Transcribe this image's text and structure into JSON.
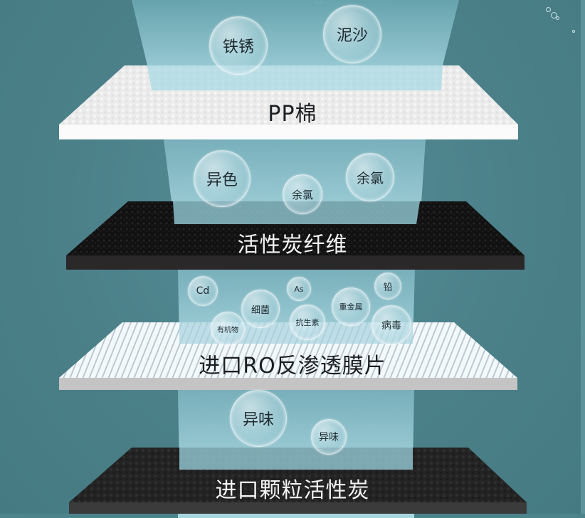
{
  "colors": {
    "background": "#4a7f87",
    "beam": "#a9d7e2",
    "pp_sheet": "#eeeeee",
    "carbon_fiber_sheet": "#141414",
    "ro_sheet": "#e4eef2",
    "granular_carbon_sheet": "#262626"
  },
  "layers": [
    {
      "id": "pp",
      "label": "PP棉"
    },
    {
      "id": "carbon-fiber",
      "label": "活性炭纤维"
    },
    {
      "id": "ro-membrane",
      "label": "进口RO反渗透膜片"
    },
    {
      "id": "granular-carbon",
      "label": "进口颗粒活性炭"
    }
  ],
  "bubbles": {
    "stage1": [
      {
        "text": "铁锈"
      },
      {
        "text": "泥沙"
      }
    ],
    "stage2": [
      {
        "text": "异色"
      },
      {
        "text": "余氯"
      },
      {
        "text": "余氯"
      }
    ],
    "stage3": [
      {
        "text": "Cd"
      },
      {
        "text": "细菌"
      },
      {
        "text": "As"
      },
      {
        "text": "重金属"
      },
      {
        "text": "铅"
      },
      {
        "text": "有机物"
      },
      {
        "text": "抗生素"
      },
      {
        "text": "病毒"
      }
    ],
    "stage4": [
      {
        "text": "异味"
      },
      {
        "text": "异味"
      }
    ]
  }
}
